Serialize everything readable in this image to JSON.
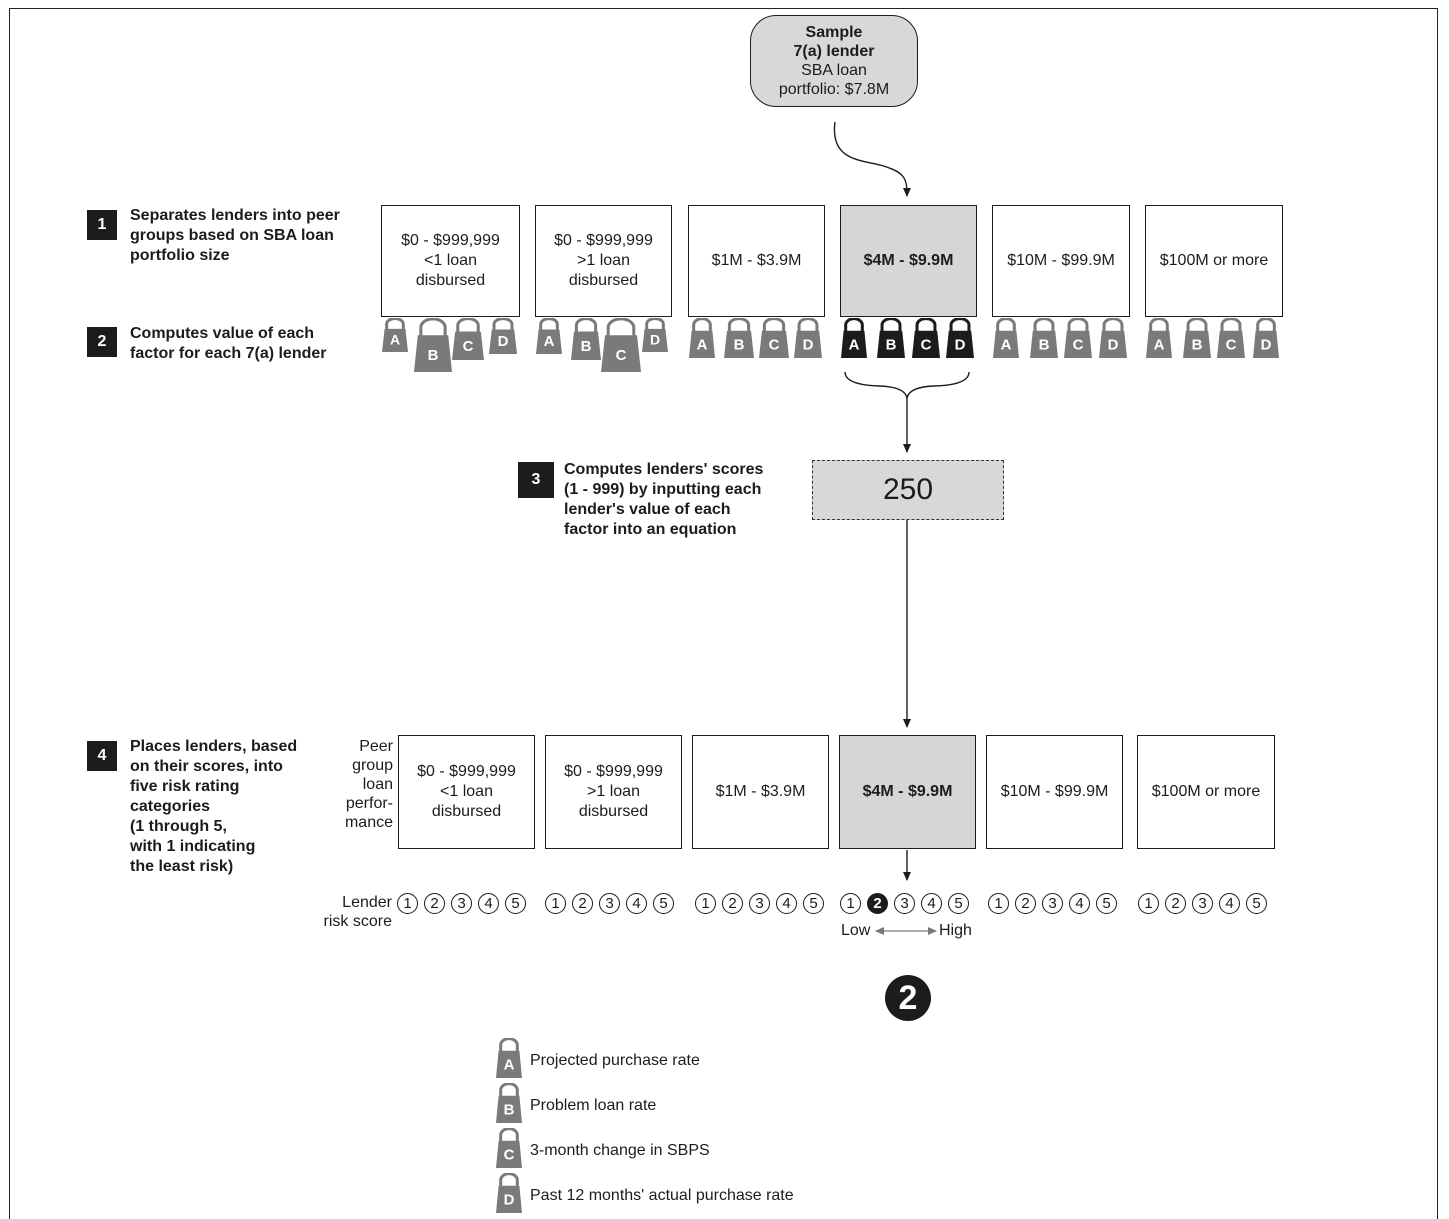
{
  "sample_lender": {
    "title": "Sample\n7(a) lender",
    "detail": "SBA loan\nportfolio: $7.8M"
  },
  "steps": [
    {
      "num": "1",
      "text": "Separates lenders into peer\ngroups based on SBA loan\nportfolio size"
    },
    {
      "num": "2",
      "text": "Computes value of each\nfactor for each 7(a) lender"
    },
    {
      "num": "3",
      "text": "Computes lenders' scores\n(1 - 999) by inputting each\nlender's value of each\nfactor into an equation"
    },
    {
      "num": "4",
      "text": "Places lenders, based\non their scores, into\nfive risk rating\ncategories\n(1 through 5,\nwith 1 indicating\nthe least risk)"
    }
  ],
  "peer_groups": [
    {
      "label": "$0 - $999,999\n<1 loan\ndisbursed"
    },
    {
      "label": "$0 - $999,999\n>1 loan\ndisbursed"
    },
    {
      "label": "$1M - $3.9M"
    },
    {
      "label": "$4M - $9.9M",
      "selected": true
    },
    {
      "label": "$10M - $99.9M"
    },
    {
      "label": "$100M or more"
    }
  ],
  "factor_letters": [
    "A",
    "B",
    "C",
    "D"
  ],
  "score_value": "250",
  "peer_group_label": "Peer\ngroup\nloan\nperfor-\nmance",
  "lender_risk_label": "Lender\nrisk score",
  "risk_scale": [
    "1",
    "2",
    "3",
    "4",
    "5"
  ],
  "selected_risk": "2",
  "low_label": "Low",
  "high_label": "High",
  "result": "2",
  "legend": [
    {
      "letter": "A",
      "text": "Projected purchase rate"
    },
    {
      "letter": "B",
      "text": "Problem loan rate"
    },
    {
      "letter": "C",
      "text": "3-month change in SBPS"
    },
    {
      "letter": "D",
      "text": "Past 12 months' actual purchase rate"
    }
  ],
  "colors": {
    "weight_gray": "#7a7a7a",
    "weight_dark": "#1c1c1c",
    "highlight": "#d6d6d6"
  }
}
